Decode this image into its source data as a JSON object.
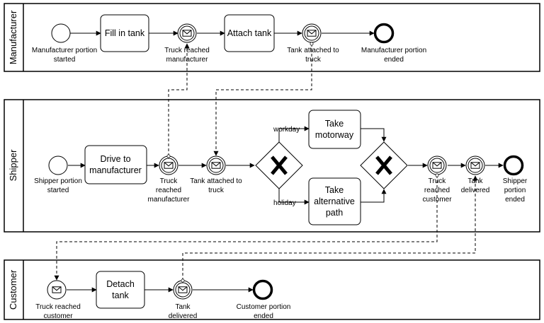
{
  "pools": {
    "manufacturer": {
      "name": "Manufacturer",
      "start": [
        "Manufacturer portion",
        "started"
      ],
      "task_fill": [
        "Fill in tank"
      ],
      "event_truck": [
        "Truck reached",
        "manufacturer"
      ],
      "task_attach": [
        "Attach tank"
      ],
      "event_attached": [
        "Tank attached to",
        "truck"
      ],
      "end": [
        "Manufacturer portion",
        "ended"
      ]
    },
    "shipper": {
      "name": "Shipper",
      "start": [
        "Shipper portion",
        "started"
      ],
      "task_drive": [
        "Drive to",
        "manufacturer"
      ],
      "event_truck": [
        "Truck",
        "reached",
        "manufacturer"
      ],
      "event_attached": [
        "Tank attached to",
        "truck"
      ],
      "cond_workday": "workday",
      "cond_holiday": "holiday",
      "task_motorway": [
        "Take",
        "motorway"
      ],
      "task_alt": [
        "Take",
        "alternative",
        "path"
      ],
      "event_customer": [
        "Truck",
        "reached",
        "customer"
      ],
      "event_delivered": [
        "Tank",
        "delivered"
      ],
      "end": [
        "Shipper",
        "portion",
        "ended"
      ]
    },
    "customer": {
      "name": "Customer",
      "event_truck": [
        "Truck reached",
        "customer"
      ],
      "task_detach": [
        "Detach",
        "tank"
      ],
      "event_delivered": [
        "Tank",
        "delivered"
      ],
      "end": [
        "Customer portion",
        "ended"
      ]
    }
  },
  "icons": [
    "envelope-icon",
    "exclusive-gateway-x-icon"
  ]
}
